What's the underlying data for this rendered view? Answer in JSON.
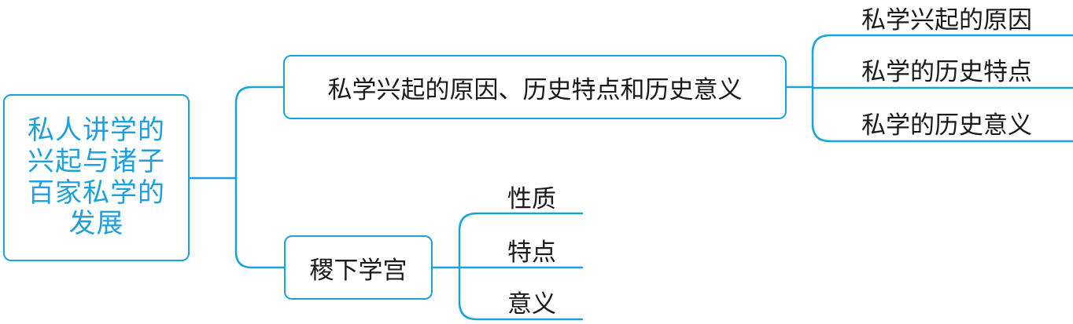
{
  "root": {
    "lines": [
      "私人讲学的",
      "兴起与诸子",
      "百家私学的",
      "发展"
    ]
  },
  "branches": [
    {
      "label": "私学兴起的原因、历史特点和历史意义",
      "leaves": [
        "私学兴起的原因",
        "私学的历史特点",
        "私学的历史意义"
      ]
    },
    {
      "label": "稷下学宫",
      "leaves": [
        "性质",
        "特点",
        "意义"
      ]
    }
  ],
  "colors": {
    "accent": "#1aa3d9",
    "root_text": "#1ea0dc",
    "text": "#1a1a1a"
  }
}
